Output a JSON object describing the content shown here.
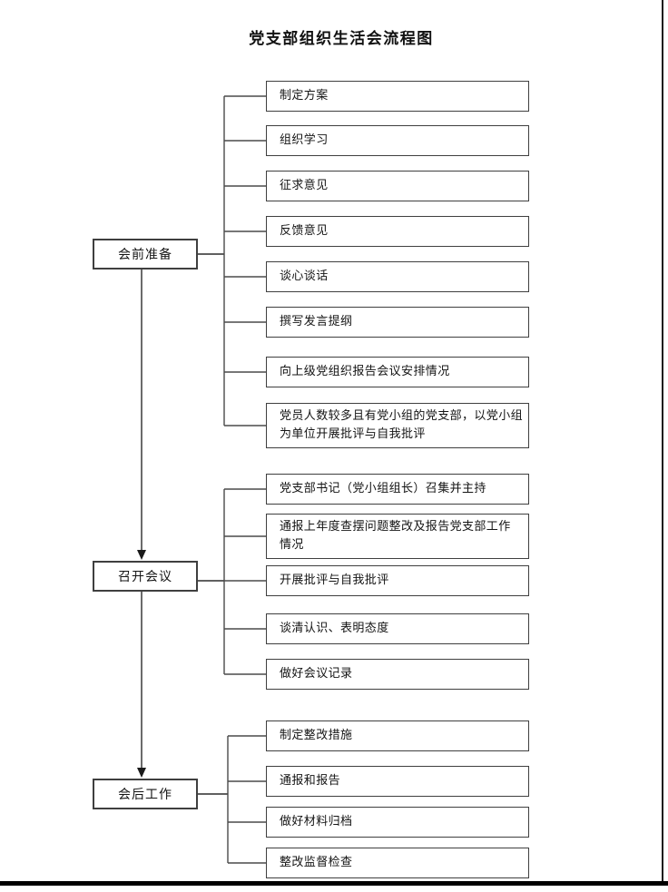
{
  "page": {
    "title": "党支部组织生活会流程图"
  },
  "flowchart": {
    "stages": [
      {
        "label": "会前准备",
        "steps": [
          "制定方案",
          "组织学习",
          "征求意见",
          "反馈意见",
          "谈心谈话",
          "撰写发言提纲",
          "向上级党组织报告会议安排情况",
          "党员人数较多且有党小组的党支部，以党小组\n为单位开展批评与自我批评"
        ]
      },
      {
        "label": "召开会议",
        "steps": [
          "党支部书记（党小组组长）召集并主持",
          "通报上年度查摆问题整改及报告党支部工作\n情况",
          "开展批评与自我批评",
          "谈清认识、表明态度",
          "做好会议记录"
        ]
      },
      {
        "label": "会后工作",
        "steps": [
          "制定整改措施",
          "通报和报告",
          "做好材料归档",
          "整改监督检查"
        ]
      }
    ]
  },
  "colors": {
    "line": "#4a4a4a",
    "box_border": "#3f3f3f",
    "text": "#141414",
    "page_edge": "#000000",
    "background": "#ffffff"
  }
}
